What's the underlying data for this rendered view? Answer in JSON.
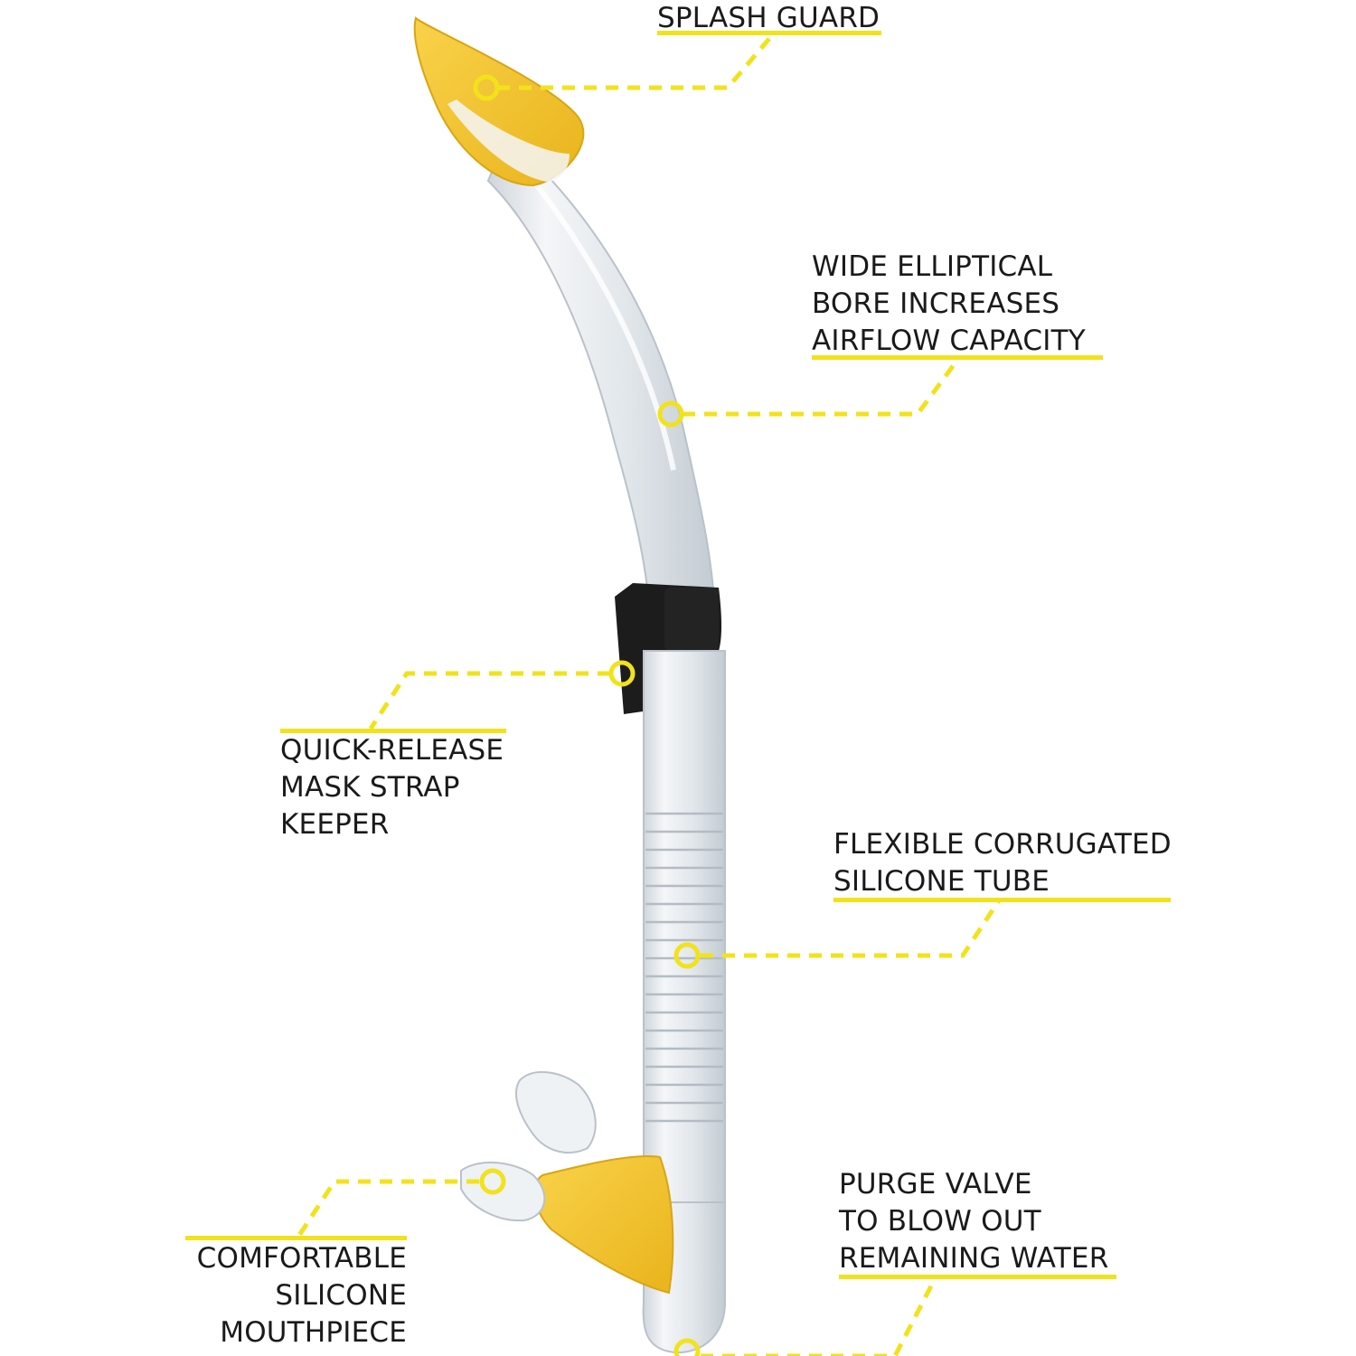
{
  "colors": {
    "accent": "#f2e21c",
    "tube_yellow": "#f5c52a",
    "tube_clear": "#e9eef2",
    "keeper_black": "#1c1c1c",
    "text": "#1a1a1a"
  },
  "callouts": [
    {
      "id": "splash-guard",
      "lines": [
        "SPLASH GUARD"
      ]
    },
    {
      "id": "elliptical-bore",
      "lines": [
        "WIDE ELLIPTICAL",
        "BORE INCREASES",
        "AIRFLOW CAPACITY"
      ]
    },
    {
      "id": "strap-keeper",
      "lines": [
        "QUICK-RELEASE",
        "MASK STRAP",
        "KEEPER"
      ]
    },
    {
      "id": "corrugated-tube",
      "lines": [
        "FLEXIBLE CORRUGATED",
        "SILICONE TUBE"
      ]
    },
    {
      "id": "mouthpiece",
      "lines": [
        "COMFORTABLE",
        "SILICONE",
        "MOUTHPIECE"
      ]
    },
    {
      "id": "purge-valve",
      "lines": [
        "PURGE VALVE",
        "TO BLOW OUT",
        "REMAINING WATER"
      ]
    }
  ]
}
